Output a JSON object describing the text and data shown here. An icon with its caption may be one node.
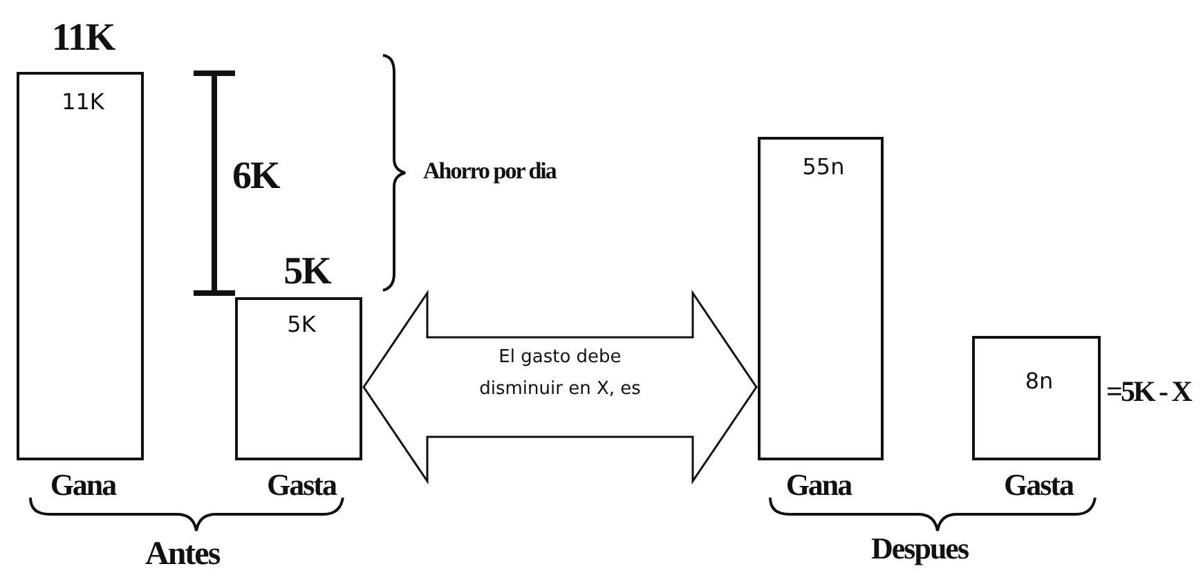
{
  "diagram": {
    "nodes": [
      {
        "text": [
          "11K",
          "11K"
        ],
        "beside": [
          "Gana"
        ]
      },
      {
        "text": [
          "5K",
          "5K"
        ],
        "beside": [
          "Gasta"
        ]
      },
      {
        "text": [
          "55n"
        ],
        "beside": [
          "Gana"
        ]
      },
      {
        "text": [
          "8n"
        ],
        "beside": [
          "Gasta",
          "=5K - X"
        ]
      }
    ],
    "edges": [
      {
        "from": 1,
        "to": 2,
        "arrow": "both",
        "label": "El gasto debe disminuir en X, es"
      }
    ],
    "labels": [
      "6K",
      "Ahorro por dia",
      "Antes",
      "Despues"
    ]
  }
}
